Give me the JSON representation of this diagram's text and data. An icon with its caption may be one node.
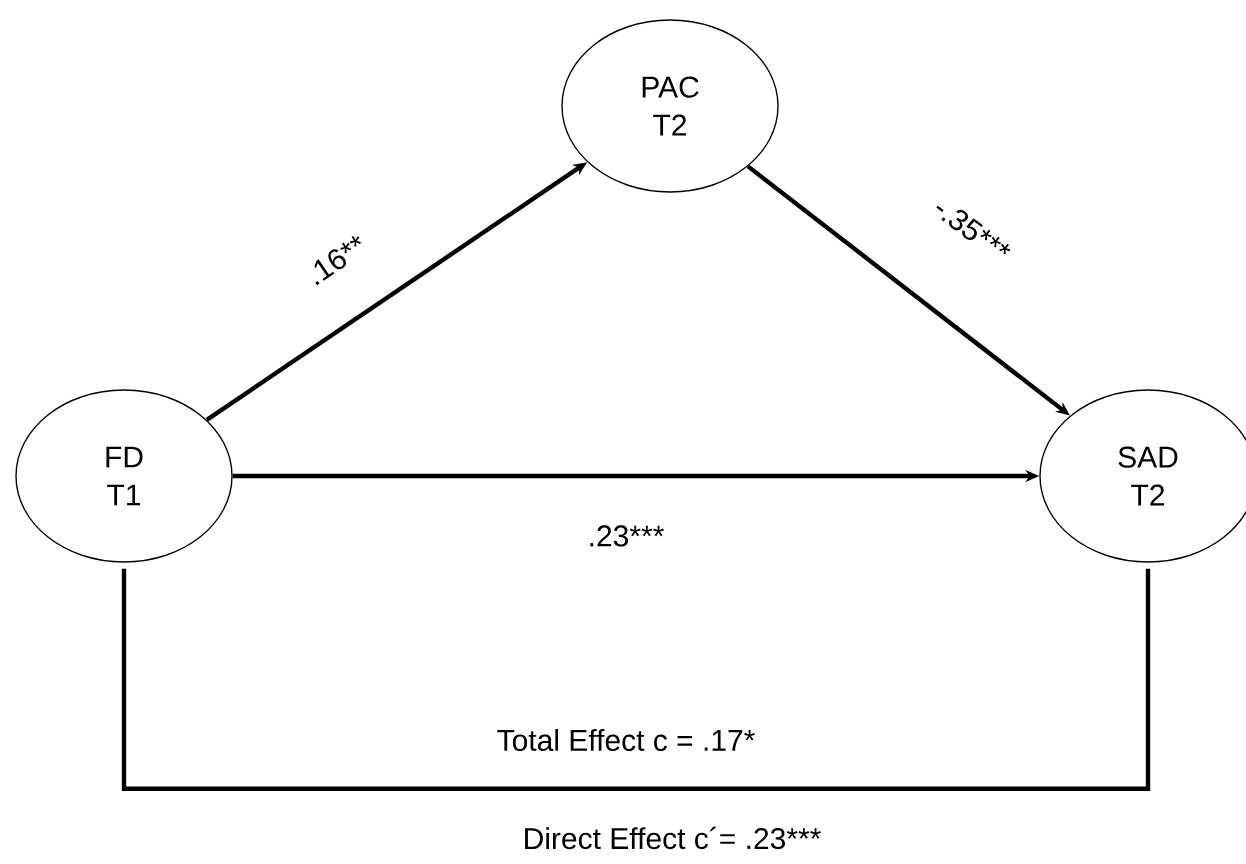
{
  "diagram": {
    "nodes": [
      {
        "text": [
          "FD T1"
        ]
      },
      {
        "text": [
          "PAC T2"
        ]
      },
      {
        "text": [
          "SAD T2"
        ]
      }
    ],
    "edges": [
      {
        "from": 0,
        "to": 1,
        "arrow": "to",
        "label": ".16**"
      },
      {
        "from": 1,
        "to": 2,
        "arrow": "to",
        "label": "-.35***"
      },
      {
        "from": 0,
        "to": 2,
        "arrow": "to",
        "label": ".23***"
      },
      {
        "from": 0,
        "to": 2,
        "arrow": "none",
        "label": "Total Effect      c = .17*"
      }
    ],
    "labels": [
      "Direct Effect   c´= .23***"
    ]
  }
}
